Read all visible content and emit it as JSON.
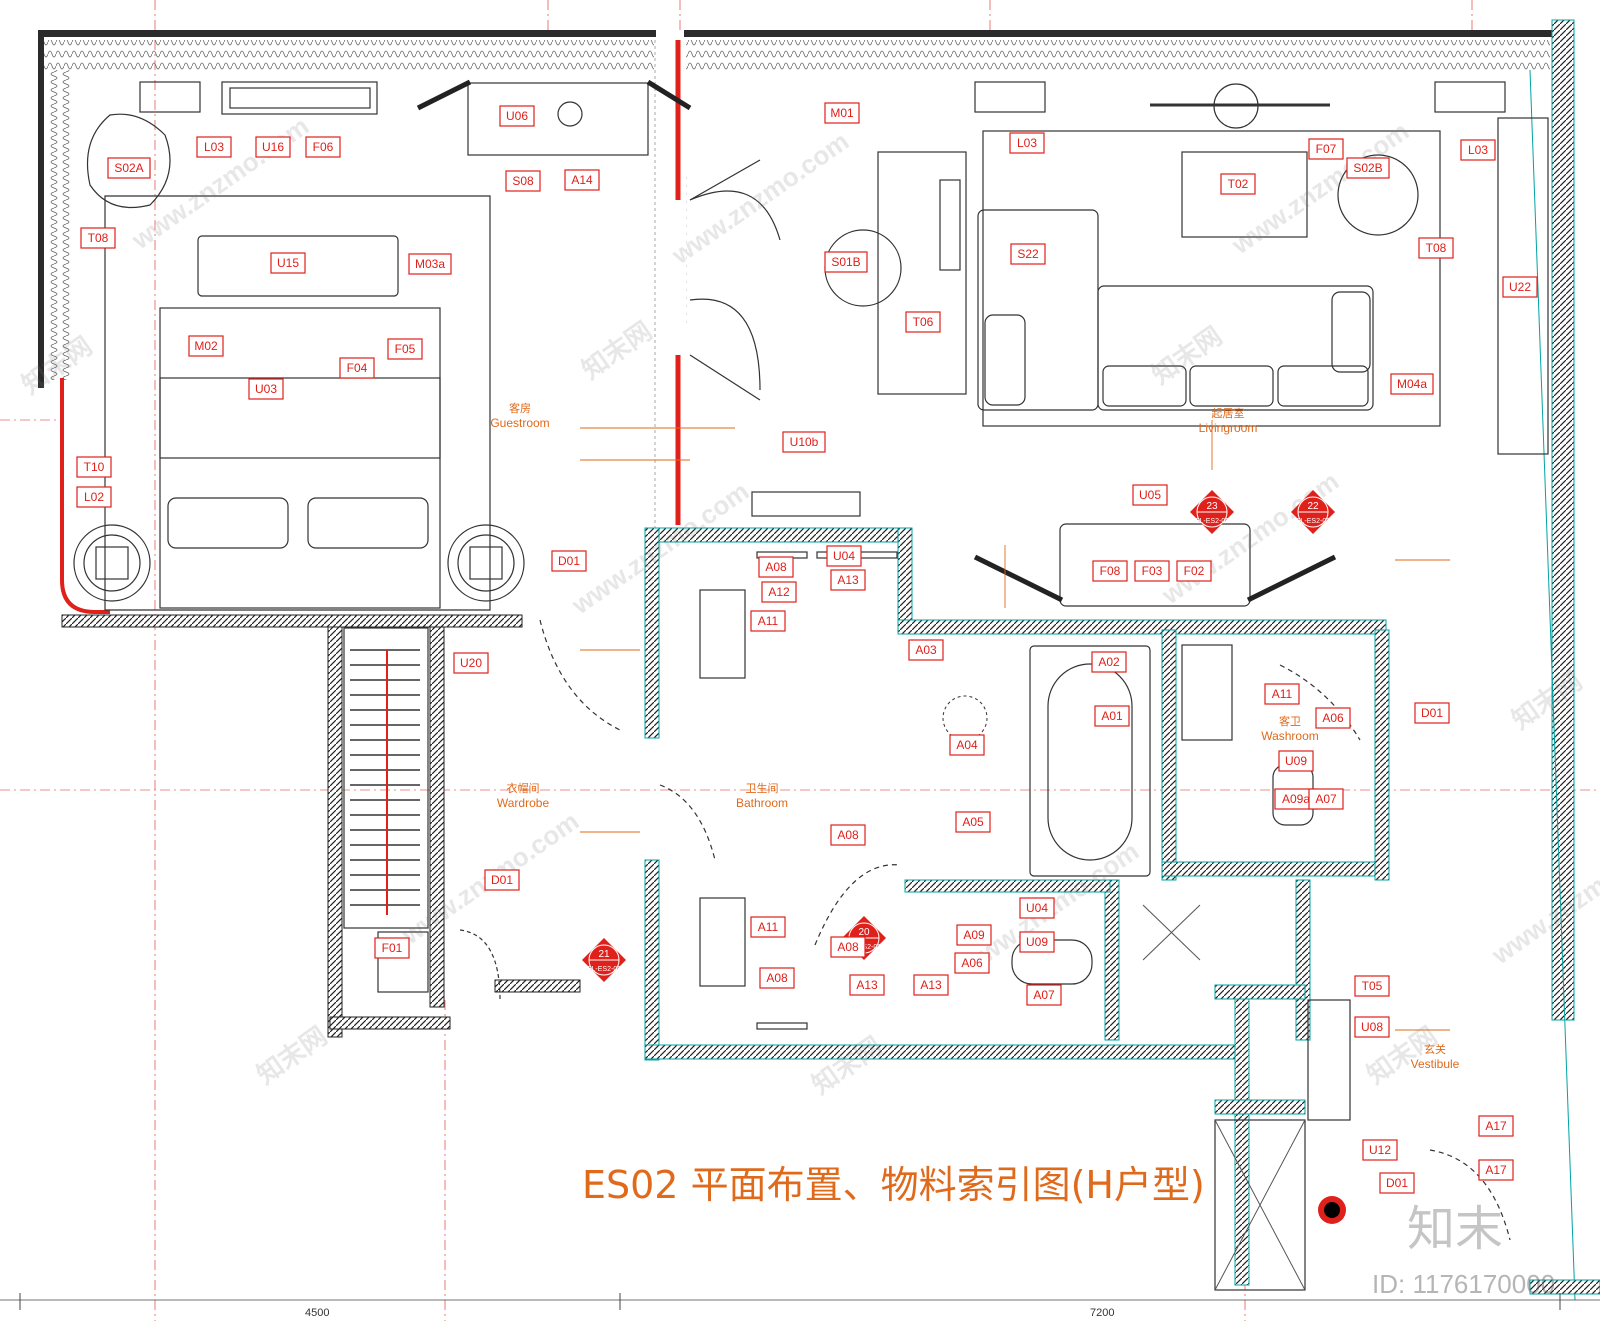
{
  "title": "ES02 平面布置、物料索引图(H户型)",
  "rooms": [
    {
      "key": "guestroom",
      "cn": "客房",
      "en": "Guestroom"
    },
    {
      "key": "livingroom",
      "cn": "起居室",
      "en": "Livingroom"
    },
    {
      "key": "wardrobe",
      "cn": "衣帽间",
      "en": "Wardrobe"
    },
    {
      "key": "bathroom",
      "cn": "卫生间",
      "en": "Bathroom"
    },
    {
      "key": "washroom",
      "cn": "客卫",
      "en": "Washroom"
    },
    {
      "key": "vestibule",
      "cn": "玄关",
      "en": "Vestibule"
    }
  ],
  "tags": [
    "M01",
    "U06",
    "A14",
    "S08",
    "L03",
    "U16",
    "F06",
    "S02A",
    "T08",
    "U15",
    "M03a",
    "M02",
    "F05",
    "F04",
    "U03",
    "T10",
    "L02",
    "D01",
    "U20",
    "F01",
    "L03",
    "F07",
    "T02",
    "S02B",
    "L03",
    "T08",
    "S01B",
    "S22",
    "T06",
    "U22",
    "M04a",
    "U10b",
    "U05",
    "F08",
    "F03",
    "F02",
    "A08",
    "U04",
    "A13",
    "A12",
    "A11",
    "A03",
    "A02",
    "A01",
    "A04",
    "A11",
    "A06",
    "D01",
    "U09",
    "A09a",
    "A07",
    "A05",
    "A08",
    "D01",
    "A11",
    "A08",
    "A08",
    "A13",
    "A13",
    "U04",
    "A09",
    "U09",
    "A06",
    "A07",
    "T05",
    "U08",
    "A17",
    "A17",
    "U12",
    "D01"
  ],
  "section_marks": [
    {
      "num": "23",
      "ref": "EL-ES2-03"
    },
    {
      "num": "22",
      "ref": "EL-ES2-03"
    },
    {
      "num": "20",
      "ref": "EL-ES2-03"
    },
    {
      "num": "21",
      "ref": "EL-ES2-03"
    }
  ],
  "dimensions": [
    "4500",
    "7200"
  ],
  "watermarks": {
    "site": "www.znzmo.com",
    "brand": "知末网",
    "logo": "知末",
    "id": "ID: 1176170000"
  },
  "colors": {
    "tag": "#e0201b",
    "room_label": "#e06a1b",
    "wall": "#2b2b2b"
  }
}
